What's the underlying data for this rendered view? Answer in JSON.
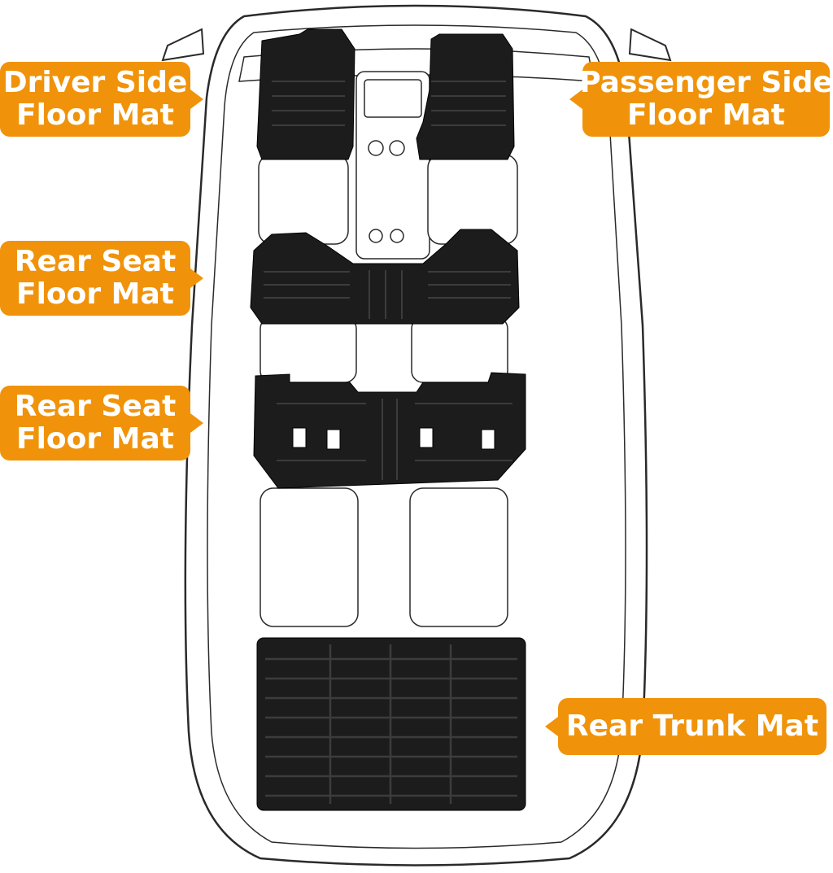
{
  "labels": {
    "driver_line1": "Driver Side",
    "driver_line2": "Floor Mat",
    "passenger_line1": "Passenger Side",
    "passenger_line2": "Floor Mat",
    "rear_seat_1_line1": "Rear Seat",
    "rear_seat_1_line2": "Floor Mat",
    "rear_seat_2_line1": "Rear Seat",
    "rear_seat_2_line2": "Floor Mat",
    "trunk": "Rear Trunk Mat"
  },
  "colors": {
    "callout": "#f0930a",
    "mat": "#1c1c1c",
    "outline": "#2a2a2a"
  }
}
